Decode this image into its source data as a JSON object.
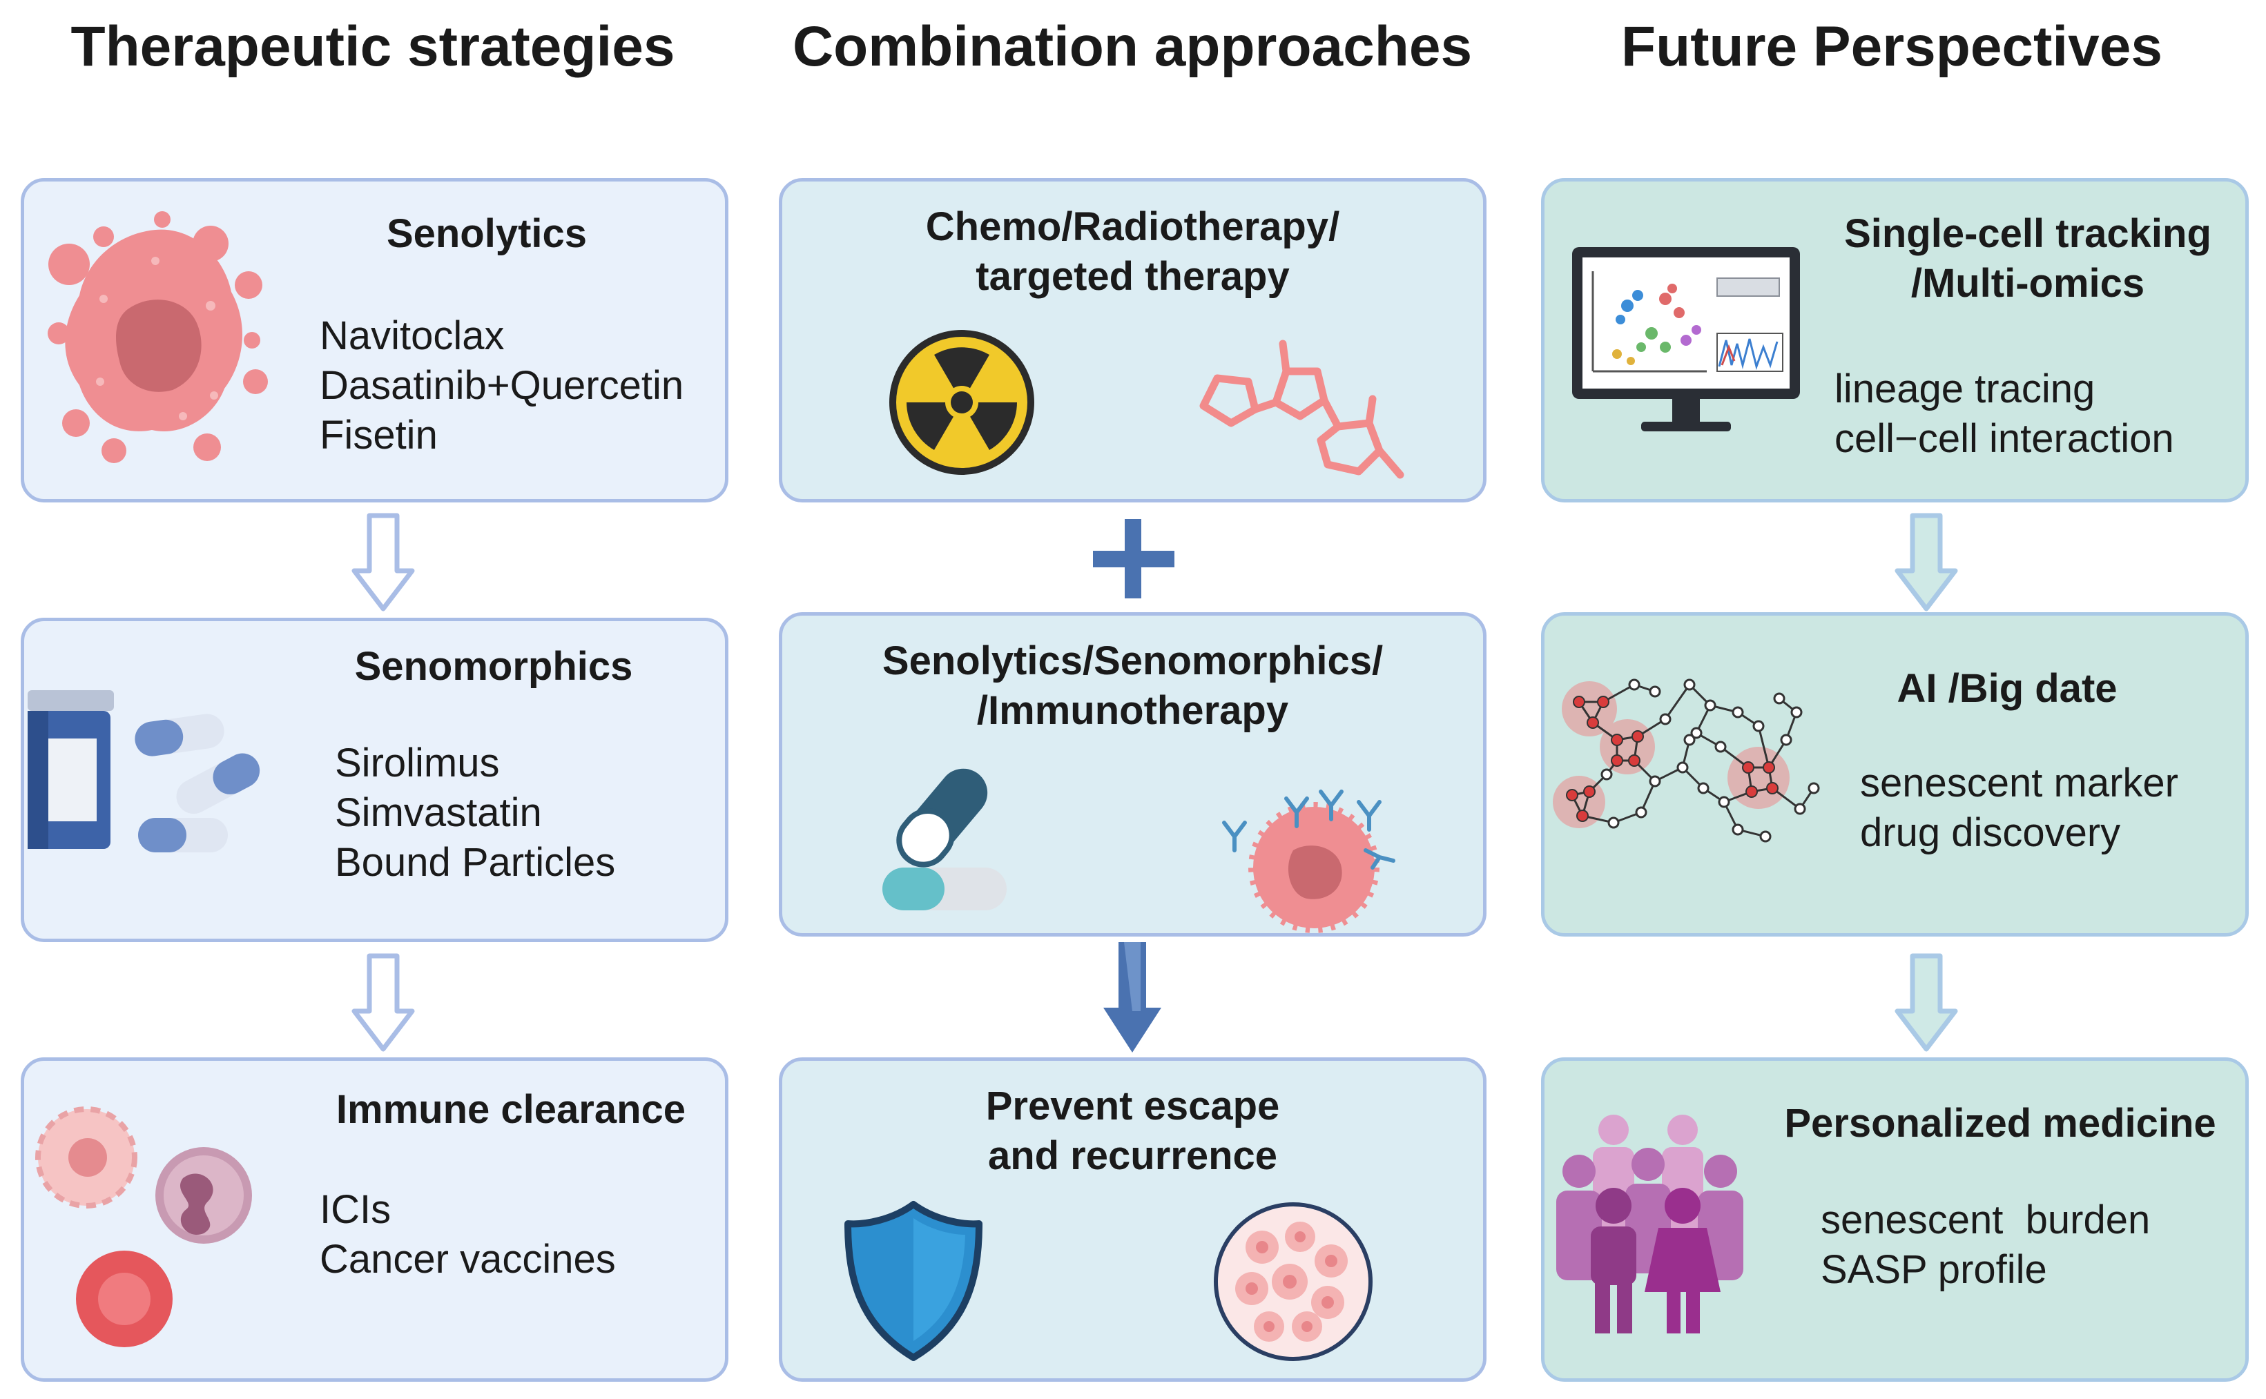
{
  "columns": [
    {
      "title": "Therapeutic strategies",
      "boxes": [
        {
          "heading": "Senolytics",
          "items": [
            "Navitoclax",
            "Dasatinib+Quercetin",
            "Fisetin"
          ]
        },
        {
          "heading": "Senomorphics",
          "items": [
            "Sirolimus",
            "Simvastatin",
            "Bound Particles"
          ]
        },
        {
          "heading": "Immune clearance",
          "items": [
            "ICIs",
            "Cancer vaccines"
          ]
        }
      ]
    },
    {
      "title": "Combination approaches",
      "boxes": [
        {
          "heading_lines": [
            "Chemo/Radiotherapy/",
            "targeted therapy"
          ]
        },
        {
          "heading_lines": [
            "Senolytics/Senomorphics/",
            "/Immunotherapy"
          ]
        },
        {
          "heading_lines": [
            "Prevent escape",
            "and recurrence"
          ]
        }
      ]
    },
    {
      "title": "Future Perspectives",
      "boxes": [
        {
          "heading_lines": [
            "Single-cell tracking",
            "/Multi-omics"
          ],
          "items": [
            "lineage tracing",
            "cell−cell interaction"
          ]
        },
        {
          "heading": "AI /Big date",
          "items": [
            "senescent marker",
            "drug discovery"
          ]
        },
        {
          "heading": "Personalized medicine",
          "items": [
            "senescent  burden",
            "SASP profile"
          ]
        }
      ]
    }
  ],
  "colors": {
    "box_border": "#a9bde6",
    "column1_fill": "#e9f1fb",
    "column2_fill": "#dcedf3",
    "column3_fill": "#cce7e2",
    "plus_and_arrow": "#4a72b0",
    "cell_pink": "#ef8e92"
  },
  "icons": [
    "senescent-cell-icon",
    "pill-bottle-icon",
    "capsule-icon",
    "immune-cell-icon",
    "radiation-icon",
    "molecule-icon",
    "plus-icon",
    "antibody-cell-icon",
    "shield-icon",
    "tissue-cells-icon",
    "monitor-icon",
    "network-graph-icon",
    "people-group-icon",
    "down-arrow-icon"
  ]
}
